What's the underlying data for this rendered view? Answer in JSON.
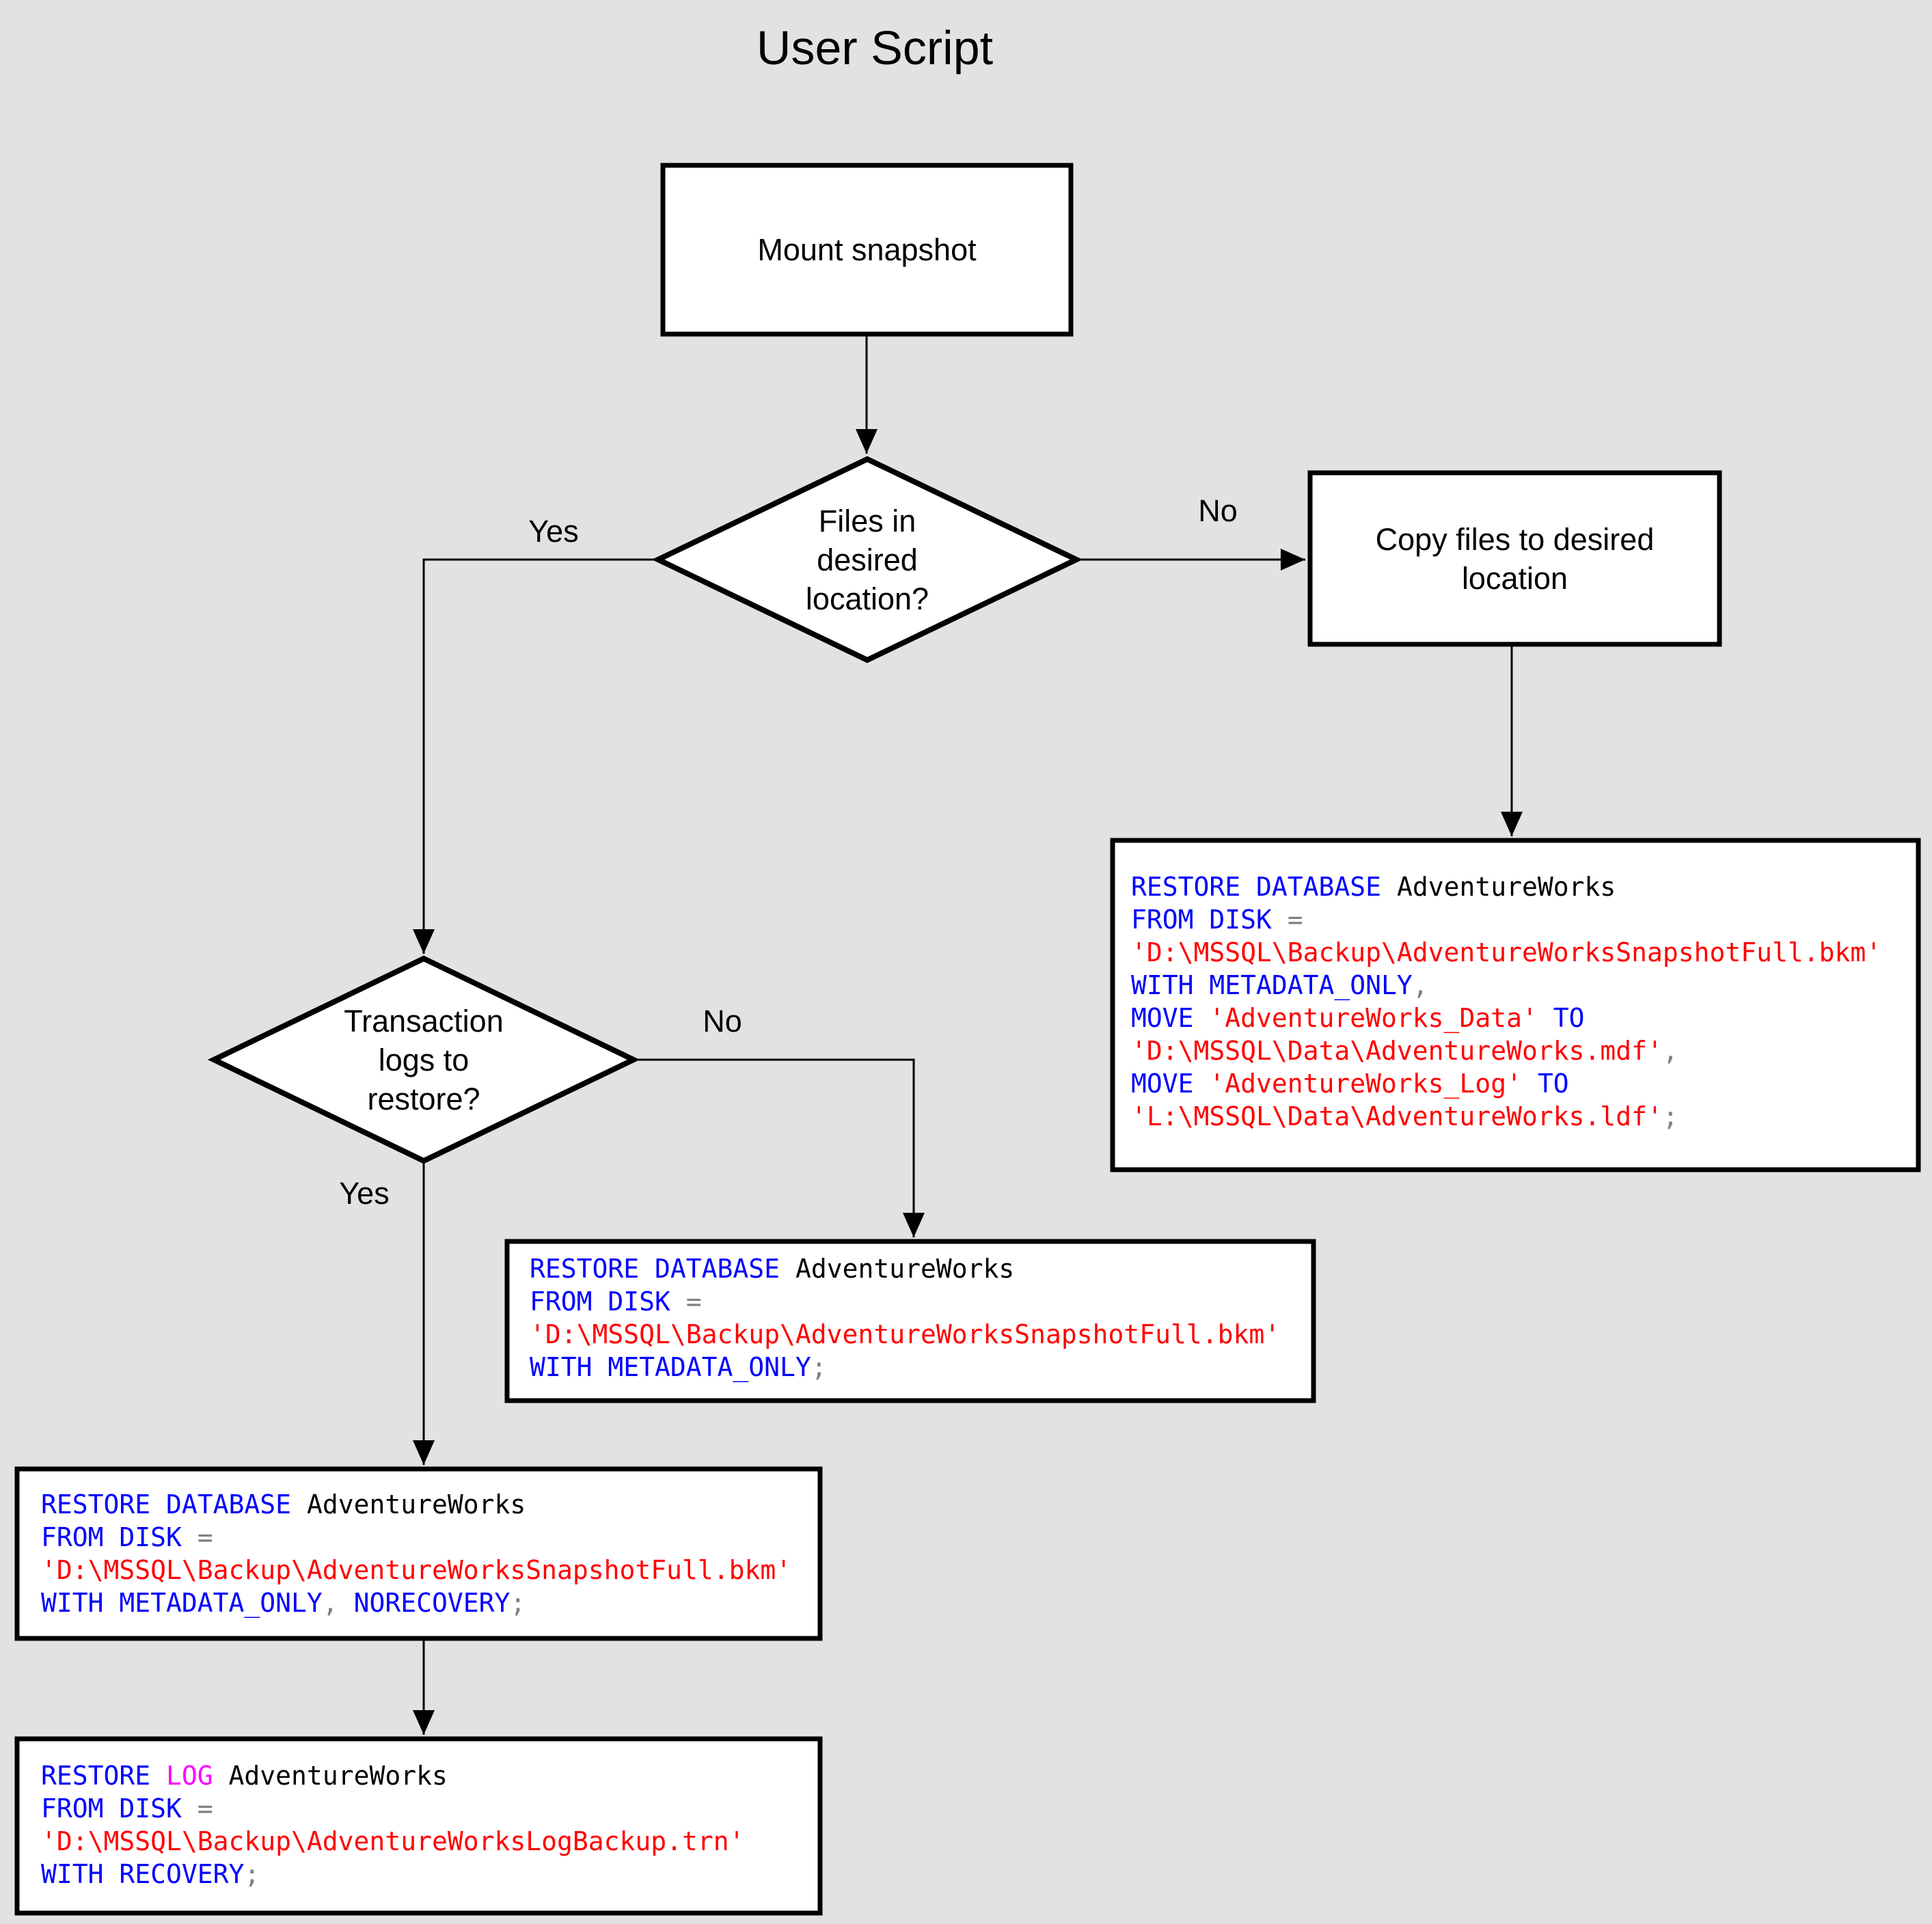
{
  "title": "User Script",
  "palette": {
    "background": "#e2e2e2",
    "node_fill": "#ffffff",
    "node_border": "#000000",
    "connector": "#000000",
    "sql_keyword_blue": "#0000ff",
    "sql_keyword_magenta": "#ff00ff",
    "sql_string_red": "#ff0000",
    "sql_operator_gray": "#808080",
    "sql_identifier_black": "#000000"
  },
  "nodes": {
    "mount": {
      "label": "Mount snapshot"
    },
    "files_diamond": {
      "label": "Files in\ndesired\nlocation?"
    },
    "copy": {
      "label": "Copy files to desired\nlocation"
    },
    "logs_diamond": {
      "label": "Transaction\nlogs to\nrestore?"
    }
  },
  "edge_labels": {
    "files_yes": "Yes",
    "files_no": "No",
    "logs_yes": "Yes",
    "logs_no": "No"
  },
  "code_boxes": {
    "restore_database_with_move": {
      "lines": [
        [
          {
            "t": "RESTORE DATABASE ",
            "c": "#0000ff"
          },
          {
            "t": "AdventureWorks",
            "c": "#000000"
          }
        ],
        [
          {
            "t": "FROM DISK ",
            "c": "#0000ff"
          },
          {
            "t": "=",
            "c": "#808080"
          }
        ],
        [
          {
            "t": "'D:\\MSSQL\\Backup\\AdventureWorksSnapshotFull.bkm'",
            "c": "#ff0000"
          }
        ],
        [
          {
            "t": "WITH METADATA_ONLY",
            "c": "#0000ff"
          },
          {
            "t": ",",
            "c": "#808080"
          }
        ],
        [
          {
            "t": "MOVE ",
            "c": "#0000ff"
          },
          {
            "t": "'AdventureWorks_Data'",
            "c": "#ff0000"
          },
          {
            "t": " TO",
            "c": "#0000ff"
          }
        ],
        [
          {
            "t": "'D:\\MSSQL\\Data\\AdventureWorks.mdf'",
            "c": "#ff0000"
          },
          {
            "t": ",",
            "c": "#808080"
          }
        ],
        [
          {
            "t": "MOVE ",
            "c": "#0000ff"
          },
          {
            "t": "'AdventureWorks_Log'",
            "c": "#ff0000"
          },
          {
            "t": " TO",
            "c": "#0000ff"
          }
        ],
        [
          {
            "t": "'L:\\MSSQL\\Data\\AdventureWorks.ldf'",
            "c": "#ff0000"
          },
          {
            "t": ";",
            "c": "#808080"
          }
        ]
      ]
    },
    "restore_database_metadata_only": {
      "lines": [
        [
          {
            "t": "RESTORE DATABASE ",
            "c": "#0000ff"
          },
          {
            "t": "AdventureWorks",
            "c": "#000000"
          }
        ],
        [
          {
            "t": "FROM DISK ",
            "c": "#0000ff"
          },
          {
            "t": "=",
            "c": "#808080"
          }
        ],
        [
          {
            "t": "'D:\\MSSQL\\Backup\\AdventureWorksSnapshotFull.bkm'",
            "c": "#ff0000"
          }
        ],
        [
          {
            "t": "WITH METADATA_ONLY",
            "c": "#0000ff"
          },
          {
            "t": ";",
            "c": "#808080"
          }
        ]
      ]
    },
    "restore_database_norecovery": {
      "lines": [
        [
          {
            "t": "RESTORE DATABASE ",
            "c": "#0000ff"
          },
          {
            "t": "AdventureWorks",
            "c": "#000000"
          }
        ],
        [
          {
            "t": "FROM DISK ",
            "c": "#0000ff"
          },
          {
            "t": "=",
            "c": "#808080"
          }
        ],
        [
          {
            "t": "'D:\\MSSQL\\Backup\\AdventureWorksSnapshotFull.bkm'",
            "c": "#ff0000"
          }
        ],
        [
          {
            "t": "WITH METADATA_ONLY",
            "c": "#0000ff"
          },
          {
            "t": ", ",
            "c": "#808080"
          },
          {
            "t": "NORECOVERY",
            "c": "#0000ff"
          },
          {
            "t": ";",
            "c": "#808080"
          }
        ]
      ]
    },
    "restore_log_recovery": {
      "lines": [
        [
          {
            "t": "RESTORE ",
            "c": "#0000ff"
          },
          {
            "t": "LOG ",
            "c": "#ff00ff"
          },
          {
            "t": "AdventureWorks",
            "c": "#000000"
          }
        ],
        [
          {
            "t": "FROM DISK ",
            "c": "#0000ff"
          },
          {
            "t": "=",
            "c": "#808080"
          }
        ],
        [
          {
            "t": "'D:\\MSSQL\\Backup\\AdventureWorksLogBackup.trn'",
            "c": "#ff0000"
          }
        ],
        [
          {
            "t": "WITH RECOVERY",
            "c": "#0000ff"
          },
          {
            "t": ";",
            "c": "#808080"
          }
        ]
      ]
    }
  }
}
